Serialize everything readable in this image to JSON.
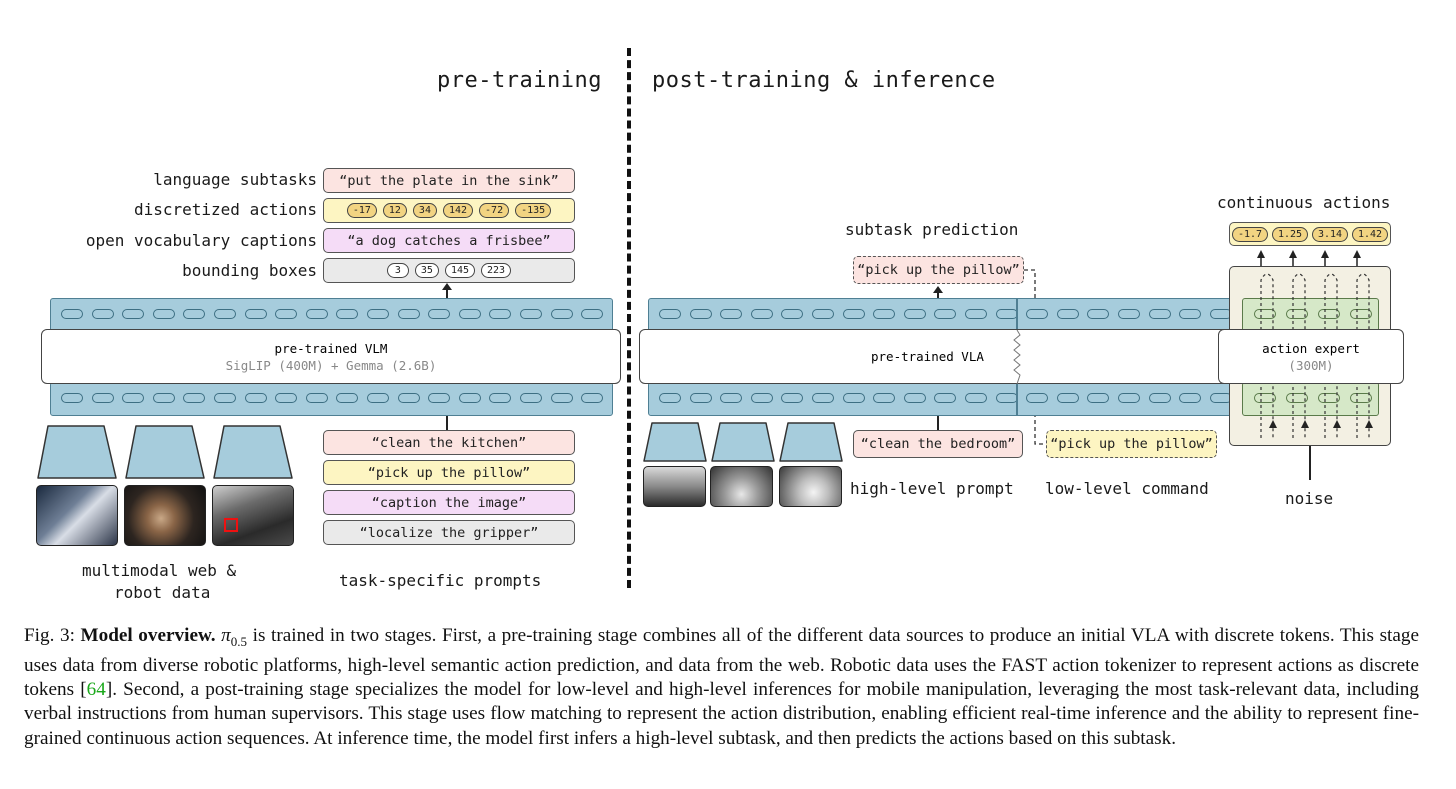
{
  "headers": {
    "pretraining": "pre-training",
    "posttraining": "post-training & inference"
  },
  "pretraining": {
    "row_labels": [
      "language subtasks",
      "discretized actions",
      "open vocabulary captions",
      "bounding boxes"
    ],
    "language_subtask": "“put the plate in the sink”",
    "discretized_actions": [
      "-17",
      "12",
      "34",
      "142",
      "-72",
      "-135"
    ],
    "caption_output": "“a dog catches a frisbee”",
    "bounding_boxes": [
      "3",
      "35",
      "145",
      "223"
    ],
    "model_name": "pre-trained VLM",
    "model_detail": "SigLIP (400M) + Gemma (2.6B)",
    "prompts": [
      "“clean the kitchen”",
      "“pick up the pillow”",
      "“caption the image”",
      "“localize the gripper”"
    ],
    "data_label_line1": "multimodal web &",
    "data_label_line2": "robot data",
    "prompts_label": "task-specific prompts"
  },
  "posttraining": {
    "subtask_label": "subtask prediction",
    "subtask_output": "“pick up the pillow”",
    "model_name": "pre-trained VLA",
    "high_level_prompt": "“clean the bedroom”",
    "low_level_command": "“pick up the pillow”",
    "high_level_label": "high-level prompt",
    "low_level_label": "low-level command",
    "continuous_label": "continuous actions",
    "continuous_actions": [
      "-1.7",
      "1.25",
      "3.14",
      "1.42"
    ],
    "expert_name": "action expert",
    "expert_detail": "(300M)",
    "noise_label": "noise"
  },
  "caption": {
    "fig": "Fig. 3:",
    "title": "Model overview.",
    "symbol": "π",
    "subscript": "0.5",
    "part1": " is trained in two stages. First, a pre-training stage combines all of the different data sources to produce an initial VLA with discrete tokens. This stage uses data from diverse robotic platforms, high-level semantic action prediction, and data from the web. Robotic data uses the FAST action tokenizer to represent actions as discrete tokens [",
    "cite": "64",
    "part2": "]. Second, a post-training stage specializes the model for low-level and high-level inferences for mobile manipulation, leveraging the most task-relevant data, including verbal instructions from human supervisors. This stage uses flow matching to represent the action distribution, enabling efficient real-time inference and the ability to represent fine-grained continuous action sequences. At inference time, the model first infers a high-level subtask, and then predicts the actions based on this subtask."
  },
  "colors": {
    "token_fill": "#a6ccdc",
    "expert_fill": "#d6e8c8",
    "expert_bg": "#f3f0e3",
    "citation": "#1aa81a"
  }
}
